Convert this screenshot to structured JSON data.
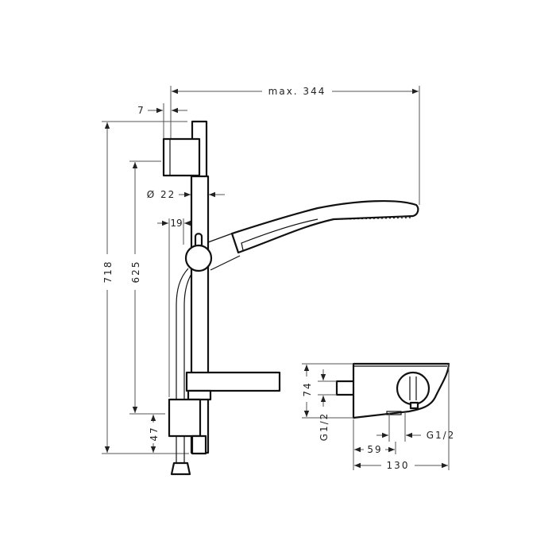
{
  "dimensions": {
    "max_reach": "max. 344",
    "holder_offset": "7",
    "rail_diameter": "Ø 22",
    "hose_offset": "19",
    "total_height": "718",
    "holder_spacing": "625",
    "bottom_offset": "47",
    "thermostat_height": "74",
    "thermostat_inlet_vertical": "G1/2",
    "thermostat_outlet": "G1/2",
    "thermostat_outlet_offset": "59",
    "thermostat_width": "130"
  }
}
